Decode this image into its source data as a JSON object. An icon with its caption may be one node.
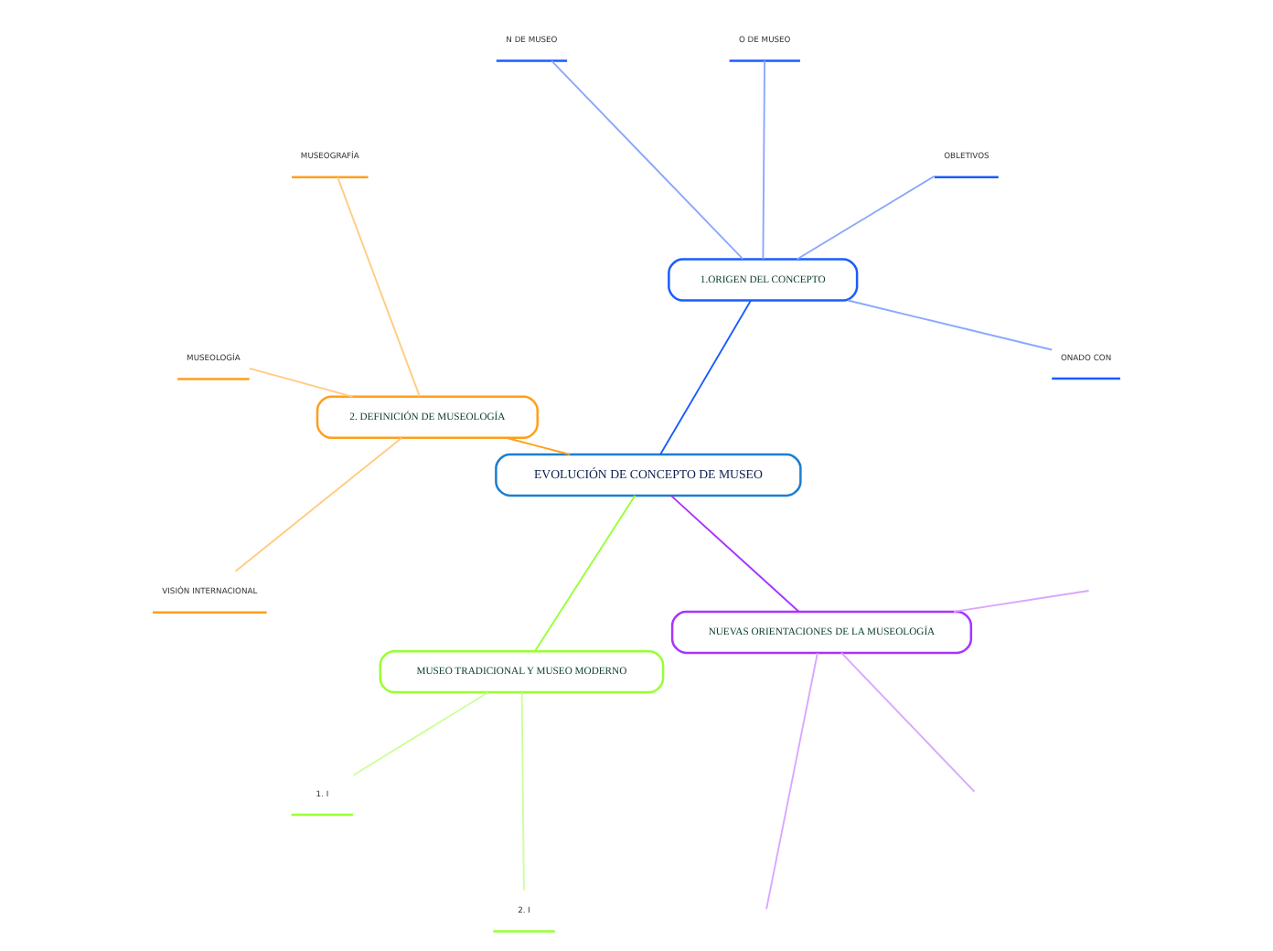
{
  "diagram": {
    "nodes": [
      {
        "text": [
          "EVOLUCIÓN DE CONCEPTO DE MUSEO"
        ]
      },
      {
        "text": [
          "1.ORIGEN DEL CONCEPTO"
        ]
      },
      {
        "text": [
          "ONADO CON"
        ]
      },
      {
        "text": [
          "OBLETIVOS"
        ]
      },
      {
        "text": [
          "O DE MUSEO"
        ]
      },
      {
        "text": [
          "N DE MUSEO"
        ]
      },
      {
        "text": [
          "2. DEFINICIÓN DE MUSEOLOGÍA"
        ]
      },
      {
        "text": [
          "MUSEOGRAFÍA"
        ]
      },
      {
        "text": [
          "MUSEOLOGÍA"
        ]
      },
      {
        "text": [
          "VISIÓN INTERNACIONAL"
        ]
      },
      {
        "text": [
          "MUSEO TRADICIONAL Y MUSEO MODERNO"
        ]
      },
      {
        "text": [
          "1. I"
        ]
      },
      {
        "text": [
          "2. I"
        ]
      },
      {
        "text": [
          "NUEVAS ORIENTACIONES DE LA MUSEOLOGÍA"
        ]
      }
    ],
    "edges": [
      {
        "from": 0,
        "to": 1,
        "arrow": "none",
        "color": "#1a5cff"
      },
      {
        "from": 1,
        "to": 2,
        "arrow": "none",
        "color": "#8aa8ff"
      },
      {
        "from": 1,
        "to": 3,
        "arrow": "none",
        "color": "#8aa8ff"
      },
      {
        "from": 1,
        "to": 4,
        "arrow": "none",
        "color": "#8aa8ff"
      },
      {
        "from": 1,
        "to": 5,
        "arrow": "none",
        "color": "#8aa8ff"
      },
      {
        "from": 0,
        "to": 6,
        "arrow": "none",
        "color": "#ff9f1a"
      },
      {
        "from": 6,
        "to": 7,
        "arrow": "none",
        "color": "#ffcc80"
      },
      {
        "from": 6,
        "to": 8,
        "arrow": "none",
        "color": "#ffcc80"
      },
      {
        "from": 6,
        "to": 9,
        "arrow": "none",
        "color": "#ffcc80"
      },
      {
        "from": 0,
        "to": 10,
        "arrow": "none",
        "color": "#99ff33"
      },
      {
        "from": 10,
        "to": 11,
        "arrow": "none",
        "color": "#ccff99"
      },
      {
        "from": 10,
        "to": 12,
        "arrow": "none",
        "color": "#ccff99"
      },
      {
        "from": 0,
        "to": 13,
        "arrow": "none",
        "color": "#a833ff"
      },
      {
        "from": 13,
        "to": null,
        "arrow": "none",
        "color": "#d9a6ff"
      },
      {
        "from": 13,
        "to": null,
        "arrow": "none",
        "color": "#d9a6ff"
      },
      {
        "from": 13,
        "to": null,
        "arrow": "none",
        "color": "#d9a6ff"
      }
    ]
  }
}
